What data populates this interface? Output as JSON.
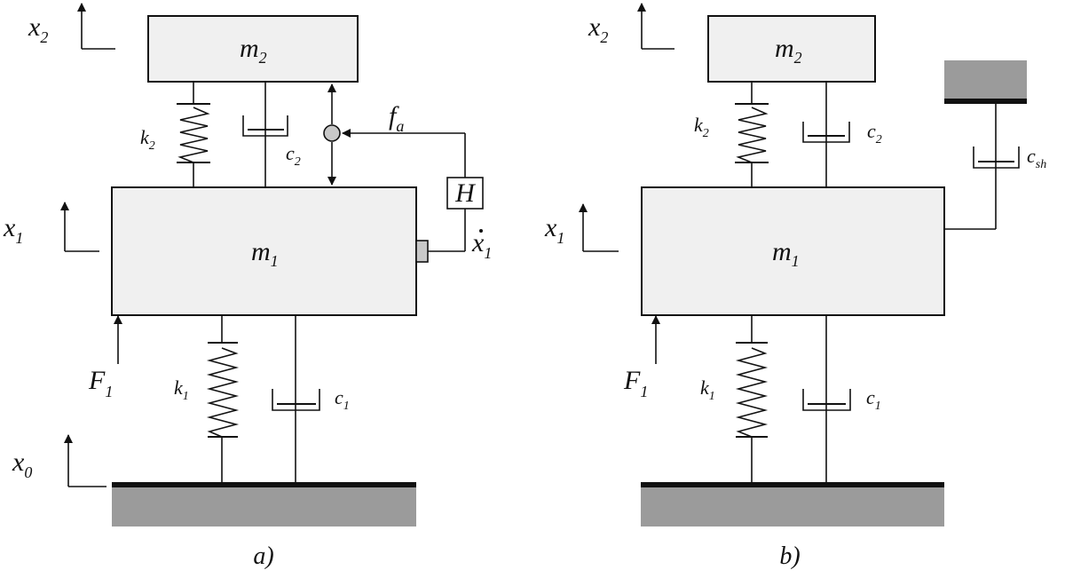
{
  "panel_a": {
    "caption": "a)",
    "x0": {
      "base": "x",
      "sub": "0"
    },
    "x1": {
      "base": "x",
      "sub": "1"
    },
    "x2": {
      "base": "x",
      "sub": "2"
    },
    "m1": {
      "base": "m",
      "sub": "1"
    },
    "m2": {
      "base": "m",
      "sub": "2"
    },
    "k1": {
      "base": "k",
      "sub": "1"
    },
    "k2": {
      "base": "k",
      "sub": "2"
    },
    "c1": {
      "base": "c",
      "sub": "1"
    },
    "c2": {
      "base": "c",
      "sub": "2"
    },
    "F1": {
      "base": "F",
      "sub": "1"
    },
    "fa": {
      "base": "f",
      "sub": "a"
    },
    "H": "H",
    "x1dot": {
      "base": "x",
      "sub": "1"
    }
  },
  "panel_b": {
    "caption": "b)",
    "x1": {
      "base": "x",
      "sub": "1"
    },
    "x2": {
      "base": "x",
      "sub": "2"
    },
    "m1": {
      "base": "m",
      "sub": "1"
    },
    "m2": {
      "base": "m",
      "sub": "2"
    },
    "k1": {
      "base": "k",
      "sub": "1"
    },
    "k2": {
      "base": "k",
      "sub": "2"
    },
    "c1": {
      "base": "c",
      "sub": "1"
    },
    "c2": {
      "base": "c",
      "sub": "2"
    },
    "csh": {
      "base": "c",
      "sub": "sh"
    },
    "F1": {
      "base": "F",
      "sub": "1"
    }
  }
}
